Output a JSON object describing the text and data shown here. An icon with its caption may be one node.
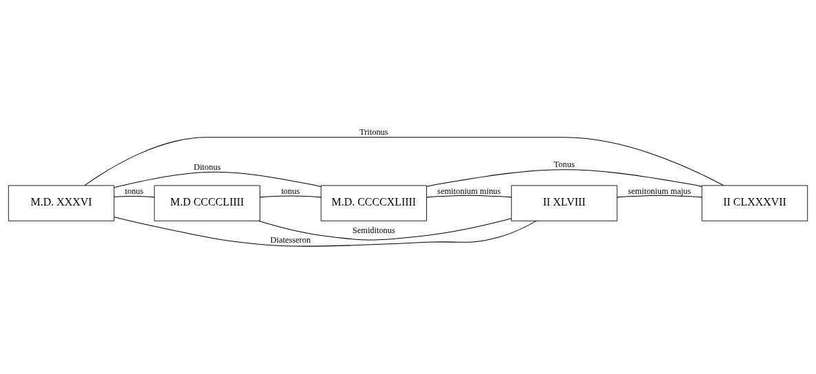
{
  "diagram": {
    "nodes": [
      {
        "text": [
          "M.D. XXXVI"
        ]
      },
      {
        "text": [
          "M.D CCCCLIIII"
        ]
      },
      {
        "text": [
          "M.D. CCCCXLIIII"
        ]
      },
      {
        "text": [
          "II XLVIII"
        ]
      },
      {
        "text": [
          "II CLXXXVII"
        ]
      }
    ],
    "edges": [
      {
        "from": 0,
        "to": 1,
        "arrow": "none",
        "label": "tonus"
      },
      {
        "from": 1,
        "to": 2,
        "arrow": "none",
        "label": "tonus"
      },
      {
        "from": 2,
        "to": 3,
        "arrow": "none",
        "label": "semitonium minus"
      },
      {
        "from": 3,
        "to": 4,
        "arrow": "none",
        "label": "semitonium majus"
      },
      {
        "from": 1,
        "to": 3,
        "arrow": "none",
        "label": "Semiditonus"
      },
      {
        "from": 0,
        "to": 2,
        "arrow": "none",
        "label": "Ditonus"
      },
      {
        "from": 2,
        "to": 4,
        "arrow": "none",
        "label": "Tonus"
      },
      {
        "from": 0,
        "to": 3,
        "arrow": "none",
        "label": "Diatesseron"
      },
      {
        "from": 0,
        "to": 4,
        "arrow": "none",
        "label": "Tritonus"
      }
    ]
  }
}
